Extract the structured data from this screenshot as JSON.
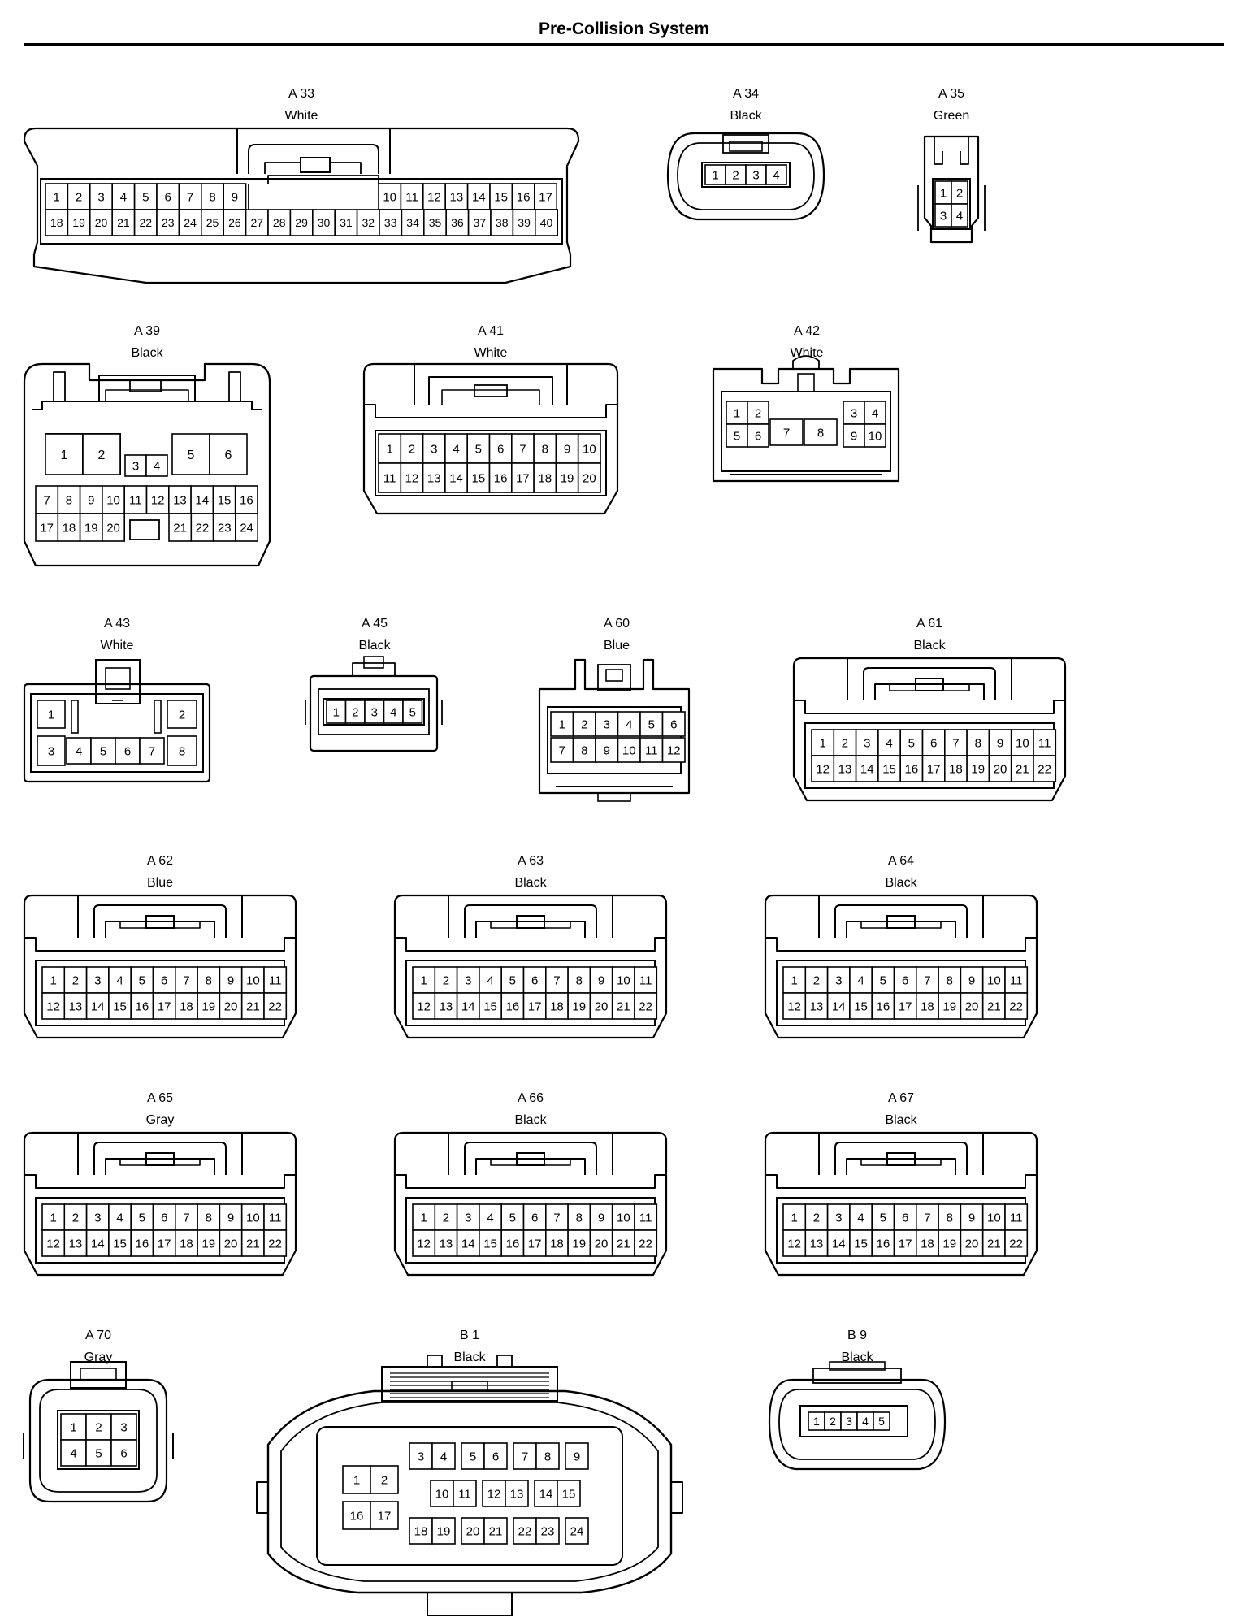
{
  "title": "Pre-Collision System",
  "connectors": [
    {
      "id": "A 33",
      "color": "White"
    },
    {
      "id": "A 34",
      "color": "Black"
    },
    {
      "id": "A 35",
      "color": "Green"
    },
    {
      "id": "A 39",
      "color": "Black"
    },
    {
      "id": "A 41",
      "color": "White"
    },
    {
      "id": "A 42",
      "color": "White"
    },
    {
      "id": "A 43",
      "color": "White"
    },
    {
      "id": "A 45",
      "color": "Black"
    },
    {
      "id": "A 60",
      "color": "Blue"
    },
    {
      "id": "A 61",
      "color": "Black"
    },
    {
      "id": "A 62",
      "color": "Blue"
    },
    {
      "id": "A 63",
      "color": "Black"
    },
    {
      "id": "A 64",
      "color": "Black"
    },
    {
      "id": "A 65",
      "color": "Gray"
    },
    {
      "id": "A 66",
      "color": "Black"
    },
    {
      "id": "A 67",
      "color": "Black"
    },
    {
      "id": "A 70",
      "color": "Gray"
    },
    {
      "id": "B 1",
      "color": "Black"
    },
    {
      "id": "B 9",
      "color": "Black"
    }
  ]
}
